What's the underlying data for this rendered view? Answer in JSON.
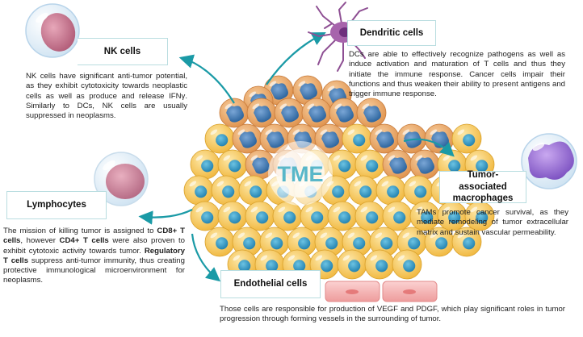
{
  "center_label": "TME",
  "nk": {
    "title": "NK cells",
    "text": "NK cells have significant anti-tumor potential, as they exhibit cytotoxicity towards neoplastic cells as well as produce and release IFNγ. Similarly to DCs, NK cells are usually suppressed in neoplasms."
  },
  "dendritic": {
    "title": "Dendritic cells",
    "text": "DCs are able to effectively recognize pathogens as well as induce activation and maturation of T cells and thus they initiate the immune response. Cancer cells impair their functions and thus weaken their ability to present antigens and trigger immune response."
  },
  "tam": {
    "title": "Tumor-associated macrophages",
    "text": "TAMs promote cancer survival, as they mediate remodeling of tumor extracellular matrix and sustain vascular permeability."
  },
  "lymphocytes": {
    "title": "Lymphocytes",
    "text_1": "The mission of killing tumor is assigned to ",
    "bold_1": "CD8+ T cells",
    "text_2": ", however ",
    "bold_2": "CD4+ T cells",
    "text_3": " were also proven to exhibit cytotoxic activity towards tumor. ",
    "bold_3": "Regulatory T cells",
    "text_4": " suppress anti-tumor immunity, thus creating protective immunological microenvironment for neoplasms."
  },
  "endothelial": {
    "title": "Endothelial cells",
    "text": "Those cells are responsible for production of VEGF and PDGF, which play significant roles in tumor progression through forming vessels in the surrounding of tumor."
  },
  "colors": {
    "arrow": "#1a9aa6",
    "box_border": "#b9dde0",
    "yellow_cell": "#f4c453",
    "orange_cell": "#e8a55c",
    "nucleus": "#2a8fb8",
    "tumor_nucleus": "#2f73a8",
    "nk_cell": "#c4728a",
    "dendritic": "#9a5a9e",
    "macrophage": "#9a7ad0",
    "endothelial": "#f2a9a9"
  }
}
